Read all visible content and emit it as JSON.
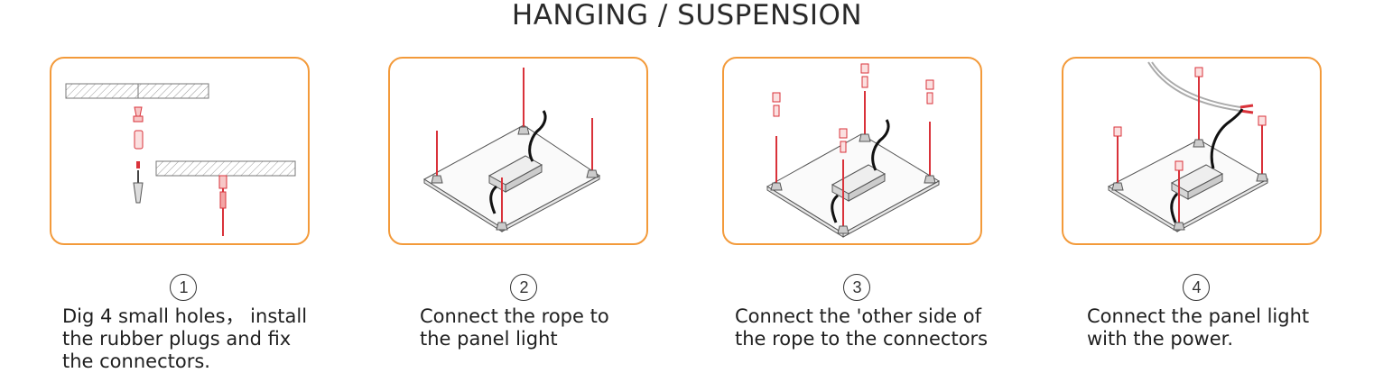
{
  "title": "HANGING / SUSPENSION",
  "colors": {
    "card_border": "#f39a3a",
    "rope": "#d9323a",
    "cable": "#111111",
    "panel_line": "#555555"
  },
  "steps": [
    {
      "number": "1",
      "text": "Dig 4 small holes， install\nthe rubber plugs and fix\nthe connectors."
    },
    {
      "number": "2",
      "text": "Connect  the rope to\nthe panel light"
    },
    {
      "number": "3",
      "text": "Connect the 'other side of\nthe rope to the connectors"
    },
    {
      "number": "4",
      "text": "Connect the panel light\nwith the power."
    }
  ]
}
